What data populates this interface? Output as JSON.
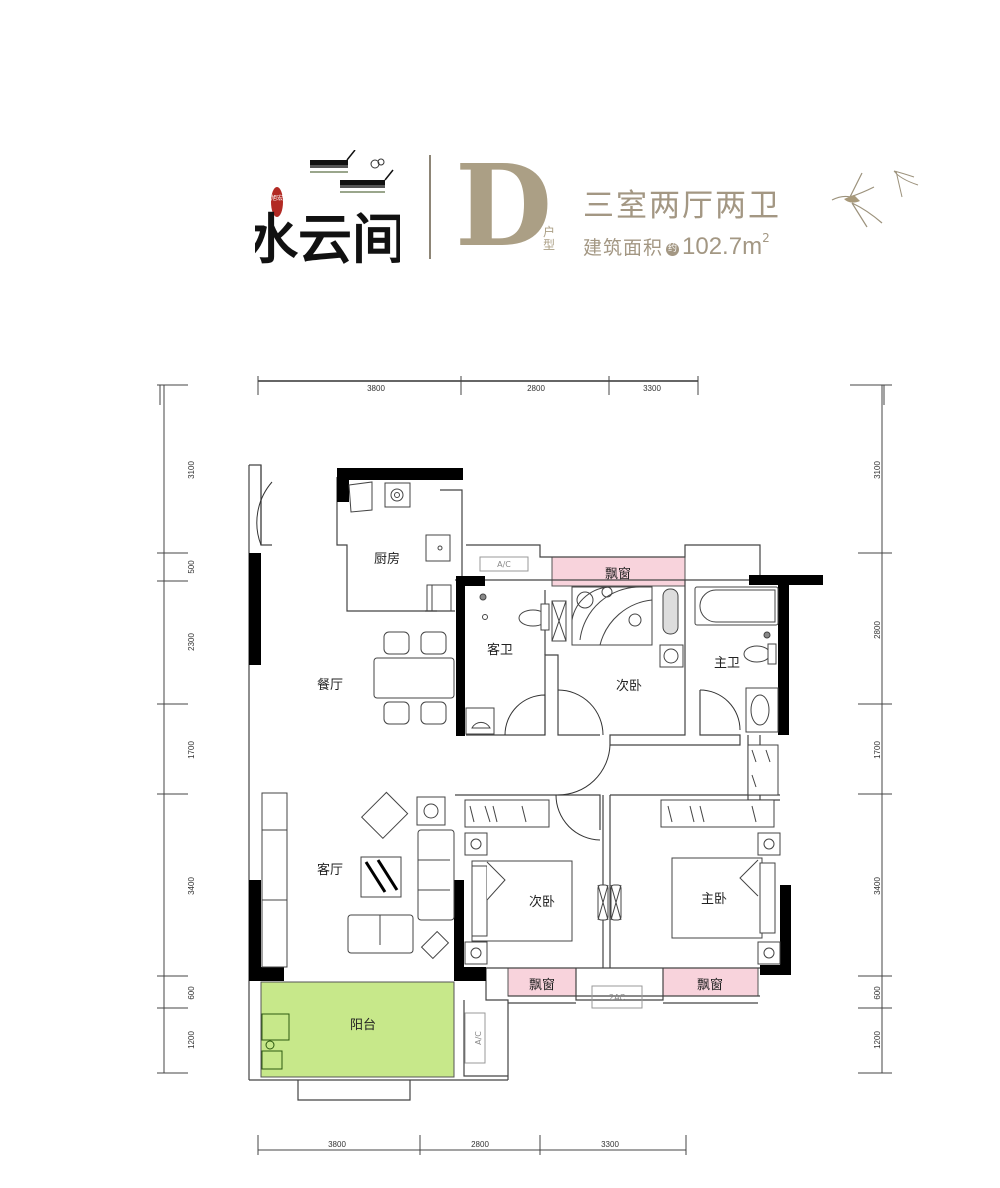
{
  "header": {
    "brand_name": "水云间",
    "brand_seal": "旭宏",
    "unit_type_letter": "D",
    "unit_type_suffix": "户型",
    "layout_title": "三室两厅两卫",
    "area_label": "建筑面积",
    "area_approx_badge": "约",
    "area_value": "102.7m",
    "area_unit_superscript": "2",
    "decoration": "swallows-illustration"
  },
  "colors": {
    "title_gold": "#a39783",
    "letter_gold": "#ab9f85",
    "wall_black": "#000000",
    "bay_window_pink": "#f8d3dc",
    "balcony_green": "#c7e88a",
    "line_gray": "#555555"
  },
  "dimensions": {
    "top": [
      "3800",
      "2800",
      "3300"
    ],
    "bottom": [
      "3800",
      "2800",
      "3300"
    ],
    "left": [
      "3100",
      "500",
      "2300",
      "1700",
      "3400",
      "600",
      "1200"
    ],
    "right": [
      "3100",
      "2800",
      "1700",
      "3400",
      "600",
      "1200"
    ]
  },
  "rooms": {
    "kitchen": "厨房",
    "dining_room": "餐厅",
    "living_room": "客厅",
    "guest_bathroom": "客卫",
    "second_bedroom_north": "次卧",
    "master_bathroom": "主卫",
    "second_bedroom_south": "次卧",
    "master_bedroom": "主卧",
    "balcony": "阳台"
  },
  "fixtures": {
    "bay_window_north": "飘窗",
    "bay_window_south_left": "飘窗",
    "bay_window_south_right": "飘窗",
    "ac_north": "A/C",
    "ac_south": "2AC",
    "ac_balcony": "A/C"
  }
}
